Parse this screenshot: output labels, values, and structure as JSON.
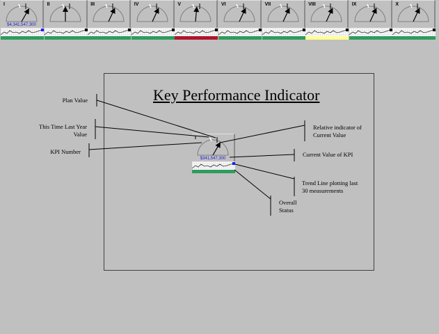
{
  "kpis": [
    {
      "number": "I",
      "value": "$4,341,547,300",
      "status": "green",
      "status_color": "#2e9c5e",
      "end_marker": "blue",
      "needle_angle": 30
    },
    {
      "number": "II",
      "value": "",
      "status": "green",
      "status_color": "#2e9c5e",
      "end_marker": "black",
      "needle_angle": 0
    },
    {
      "number": "III",
      "value": "",
      "status": "green",
      "status_color": "#2e9c5e",
      "end_marker": "black",
      "needle_angle": 25
    },
    {
      "number": "IV",
      "value": "",
      "status": "green",
      "status_color": "#2e9c5e",
      "end_marker": "black",
      "needle_angle": 25
    },
    {
      "number": "V",
      "value": "",
      "status": "red",
      "status_color": "#b0142c",
      "end_marker": "black",
      "needle_angle": 5
    },
    {
      "number": "VI",
      "value": "",
      "status": "green",
      "status_color": "#2e9c5e",
      "end_marker": "black",
      "needle_angle": 25
    },
    {
      "number": "VII",
      "value": "",
      "status": "green",
      "status_color": "#2e9c5e",
      "end_marker": "black",
      "needle_angle": 25
    },
    {
      "number": "VIII",
      "value": "",
      "status": "yellow",
      "status_color": "#ffff99",
      "end_marker": "black",
      "needle_angle": 25
    },
    {
      "number": "IX",
      "value": "",
      "status": "green",
      "status_color": "#2e9c5e",
      "end_marker": "black",
      "needle_angle": 25
    },
    {
      "number": "X",
      "value": "",
      "status": "green",
      "status_color": "#2e9c5e",
      "end_marker": "black",
      "needle_angle": 25
    }
  ],
  "legend": {
    "title": "Key Performance Indicator",
    "sample": {
      "number": "I",
      "value": "$341,547,300"
    },
    "labels": {
      "plan_value": "Plan Value",
      "last_year": "This Time Last Year Value",
      "last_year_1": "This Time Last Year",
      "last_year_2": "Value",
      "kpi_number": "KPI Number",
      "relative_1": "Relative indicator of",
      "relative_2": "Current Value",
      "current_value": "Current Value of KPI",
      "trend_1": "Trend Line plotting last",
      "trend_2": "30 measurements",
      "status_1": "Overall",
      "status_2": "Status"
    }
  }
}
